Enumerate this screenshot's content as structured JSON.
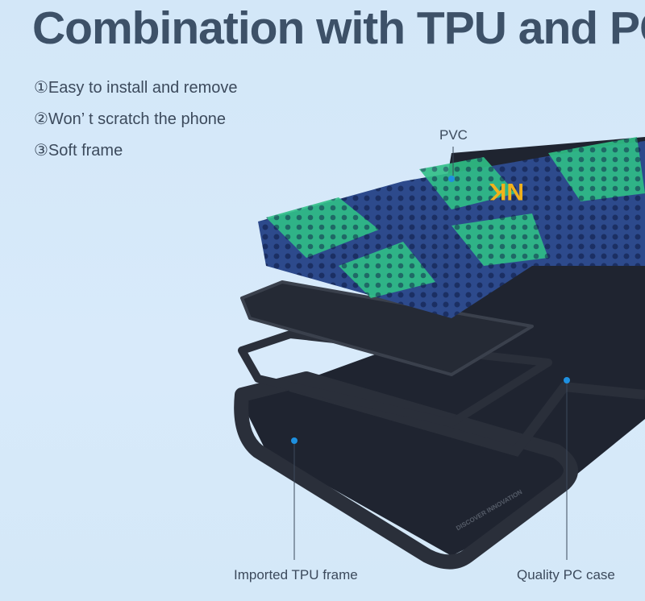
{
  "title": "Combination with TPU and PC",
  "features": [
    "①Easy to install and remove",
    "②Won’ t scratch the phone",
    "③Soft frame"
  ],
  "labels": {
    "pvc": "PVC",
    "tpu": "Imported TPU frame",
    "pc": "Quality PC case"
  },
  "logo_text": "NK",
  "case_print": "DISCOVER INNOVATION",
  "colors": {
    "background": "#d4e8f8",
    "title": "#3d5168",
    "callout_dot": "#1e90e0",
    "pvc_blue": "#2d4a8c",
    "pattern_green": "#33c48a",
    "logo_yellow": "#f2b21c"
  }
}
